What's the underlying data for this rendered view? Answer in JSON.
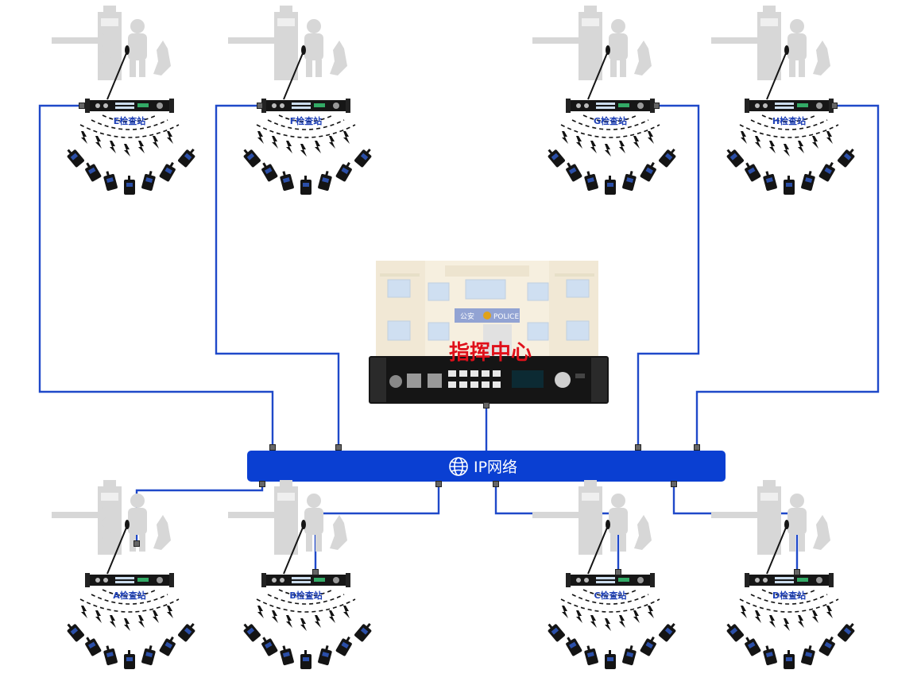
{
  "network": {
    "label": "IP网络",
    "icon": "globe-icon",
    "color": "#0a3fd2"
  },
  "command_center": {
    "title": "指挥中心",
    "building_sign": {
      "left": "公安",
      "right": "POLICE"
    }
  },
  "stations": [
    {
      "id": "E",
      "label": "E检查站"
    },
    {
      "id": "F",
      "label": "F检查站"
    },
    {
      "id": "G",
      "label": "G检查站"
    },
    {
      "id": "H",
      "label": "H检查站"
    },
    {
      "id": "A",
      "label": "A检查站"
    },
    {
      "id": "B",
      "label": "B检查站"
    },
    {
      "id": "C",
      "label": "C检查站"
    },
    {
      "id": "D",
      "label": "D检查站"
    }
  ],
  "colors": {
    "wire": "#1f49c9",
    "title": "#e0101a",
    "label": "#1d3fb5",
    "bus": "#0a3fd2"
  }
}
